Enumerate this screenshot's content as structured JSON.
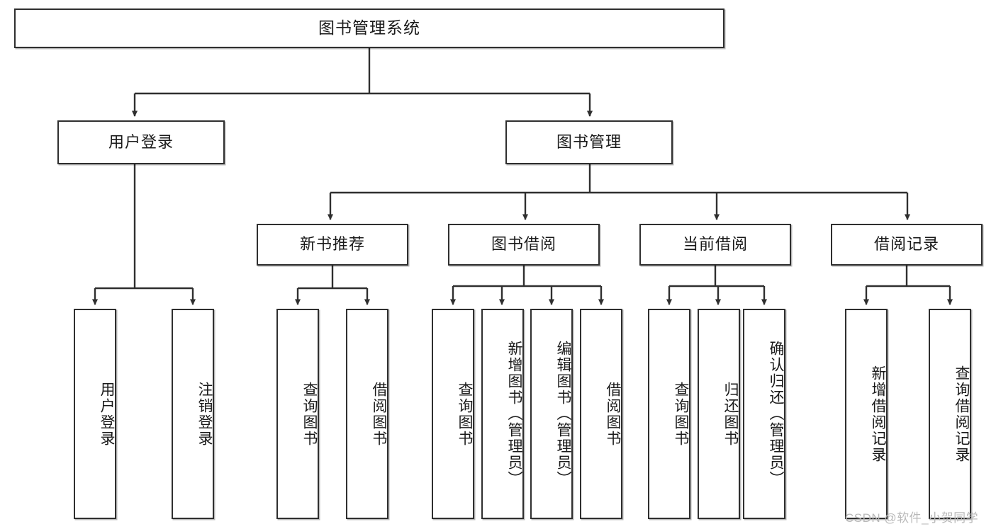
{
  "diagram": {
    "title": "图书管理系统",
    "type": "hierarchy-tree",
    "watermark": "CSDN @软件_小贺同学",
    "colors": {
      "box_border": "#2f2f2f",
      "box_fill": "#ffffff",
      "edge": "#2f2f2f",
      "text": "#1a1a1a",
      "watermark": "#b9b9b9"
    },
    "levels": {
      "level0": [
        {
          "id": "root",
          "label": "图书管理系统"
        }
      ],
      "level1": [
        {
          "id": "user-login",
          "label": "用户登录"
        },
        {
          "id": "book-manage",
          "label": "图书管理"
        }
      ],
      "level2": [
        {
          "id": "new-book-recommend",
          "label": "新书推荐"
        },
        {
          "id": "book-borrow",
          "label": "图书借阅"
        },
        {
          "id": "current-borrow",
          "label": "当前借阅"
        },
        {
          "id": "borrow-record",
          "label": "借阅记录"
        }
      ],
      "level3": [
        {
          "id": "leaf-user-login",
          "label": "用户登录",
          "parent": "user-login"
        },
        {
          "id": "leaf-logout-login",
          "label": "注销登录",
          "parent": "user-login"
        },
        {
          "id": "leaf-query-book-1",
          "label": "查询图书",
          "parent": "new-book-recommend"
        },
        {
          "id": "leaf-borrow-book-1",
          "label": "借阅图书",
          "parent": "new-book-recommend"
        },
        {
          "id": "leaf-query-book-2",
          "label": "查询图书",
          "parent": "book-borrow"
        },
        {
          "id": "leaf-add-book",
          "label": "新增图书（管理员）",
          "parent": "book-borrow"
        },
        {
          "id": "leaf-edit-book",
          "label": "编辑图书（管理员）",
          "parent": "book-borrow"
        },
        {
          "id": "leaf-borrow-book-2",
          "label": "借阅图书",
          "parent": "book-borrow"
        },
        {
          "id": "leaf-query-book-3",
          "label": "查询图书",
          "parent": "current-borrow"
        },
        {
          "id": "leaf-return-book",
          "label": "归还图书",
          "parent": "current-borrow"
        },
        {
          "id": "leaf-confirm-return",
          "label": "确认归还（管理员）",
          "parent": "current-borrow"
        },
        {
          "id": "leaf-add-record",
          "label": "新增借阅记录",
          "parent": "borrow-record"
        },
        {
          "id": "leaf-query-record",
          "label": "查询借阅记录",
          "parent": "borrow-record"
        }
      ]
    }
  }
}
